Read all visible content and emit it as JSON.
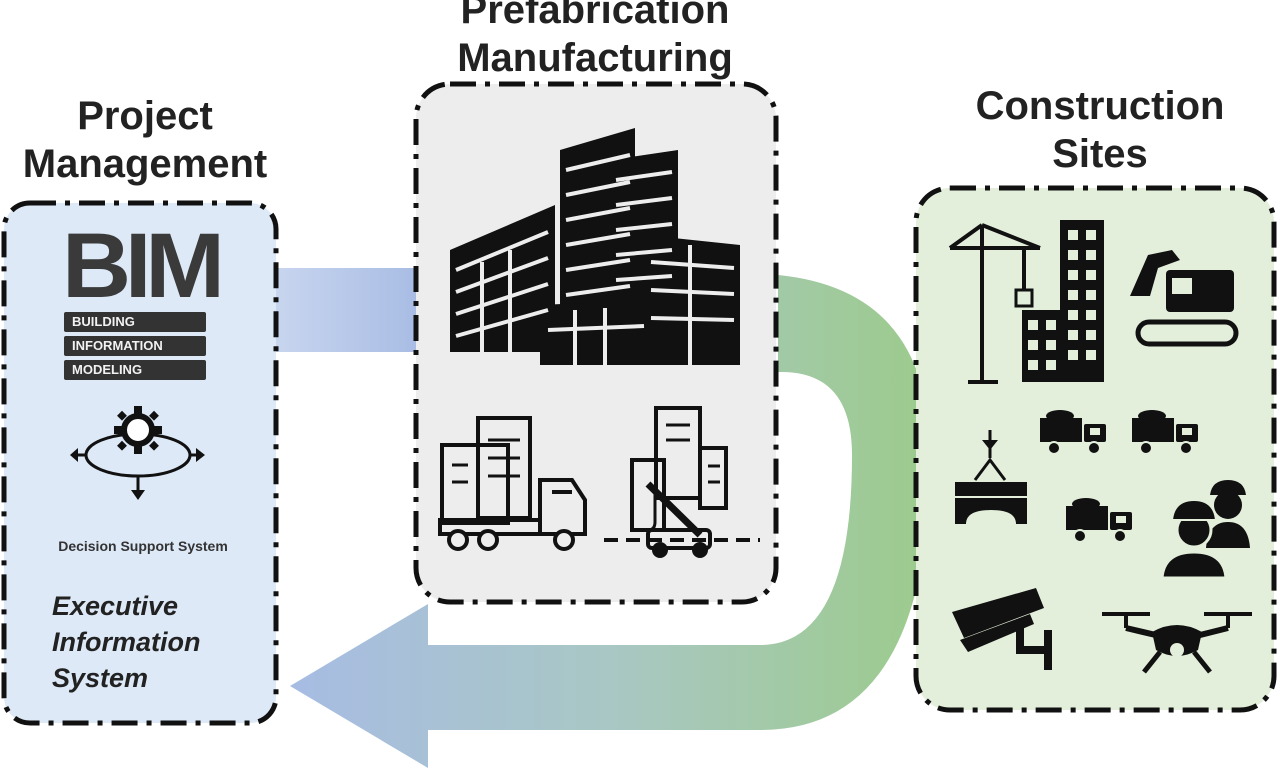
{
  "titles": {
    "project_management": "Project Management",
    "prefabrication": "Prefabrication Manufacturing",
    "construction_sites": "Construction Sites"
  },
  "project_management": {
    "bim_letters": "BIM",
    "bim_lines": [
      "BUILDING",
      "INFORMATION",
      "MODELING"
    ],
    "decision_support": "Decision Support System",
    "executive_info": "Executive Information System"
  },
  "colors": {
    "pm_panel": "#dde9f7",
    "pre_panel": "#ededed",
    "cs_panel": "#e3efdb",
    "arrow_blue": "#a7bce3",
    "arrow_green": "#9ccb8c"
  },
  "icons": {
    "prefabrication": [
      "skyscraper-group-icon",
      "building-truck-icon",
      "building-crane-icon"
    ],
    "construction": [
      "tower-crane-icon",
      "excavator-icon",
      "dump-truck-icon",
      "hoist-load-icon",
      "workers-icon",
      "security-camera-icon",
      "drone-icon"
    ]
  }
}
